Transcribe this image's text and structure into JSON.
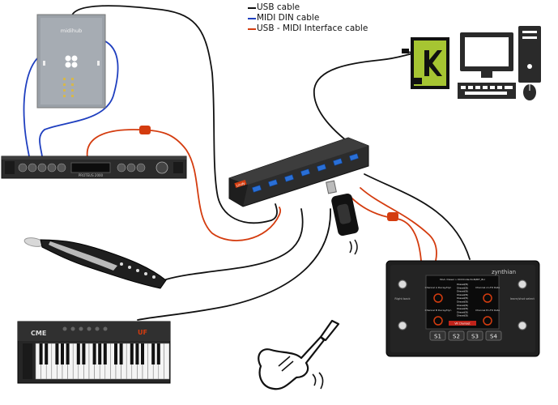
{
  "legend": {
    "items": [
      {
        "label": "USB cable",
        "color": "#111111"
      },
      {
        "label": "MIDI DIN cable",
        "color": "#1f3fbf"
      },
      {
        "label": "USB - MIDI Interface cable",
        "color": "#d43c0f"
      }
    ]
  },
  "devices": {
    "midihub": {
      "label": "midihub"
    },
    "synth_module": {
      "label": "PROTEUS 2000"
    },
    "usb_hub": {
      "label": "Lindy",
      "port_count": 7
    },
    "computer": {
      "name": "computer"
    },
    "usb_stick": {
      "name": "usb-flash-drive"
    },
    "wind_controller": {
      "name": "wind-controller"
    },
    "keyboard": {
      "label": "CME",
      "model": "UF"
    },
    "guitar": {
      "name": "electric-guitar"
    },
    "zynthian": {
      "label": "zynthian",
      "screen_header": "MoA: Diesel > DCDCollectioN/BIT_BLI",
      "screen_rows": [
        "Diesel(B)",
        "Diesel(B)",
        "Diesel(B)",
        "Diesel(B)",
        "Diesel(B)",
        "Diesel(B)",
        "Diesel(B)",
        "Diesel(B)",
        "Diesel(B)",
        "Diesel(B)"
      ],
      "selected_row": "VK Chainset",
      "left_top_label": "Channel A Decay/Dyn",
      "left_bottom_label": "Channel B Decay/Dyn",
      "right_top_label": "Channel A LFO Rate",
      "right_bottom_label": "Channel B LFO Rate",
      "side_left_label": "Right back",
      "side_right_label": "learn/shot select",
      "buttons": [
        "S1",
        "S2",
        "S3",
        "S4"
      ]
    }
  }
}
